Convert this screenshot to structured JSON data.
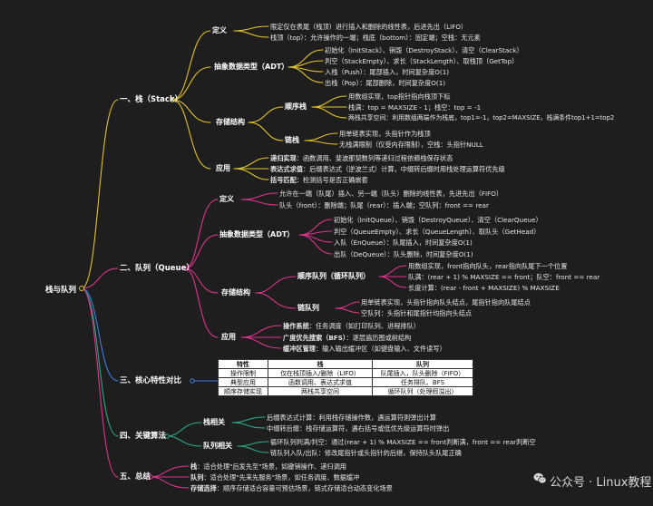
{
  "root": "栈与队列",
  "colors": {
    "stack": "#e6c229",
    "queue": "#e0338f",
    "compare": "#3f7fe8",
    "algo": "#2ea88a",
    "summary": "#e0338f"
  },
  "stack": {
    "title": "一、栈（Stack）",
    "def": {
      "label": "定义",
      "items": [
        "限定仅在表尾（栈顶）进行插入和删除的线性表，后进先出（LIFO）",
        "栈顶（top）：允许操作的一端；栈底（bottom）：固定端；空栈：无元素"
      ]
    },
    "adt": {
      "label": "抽象数据类型（ADT）",
      "items": [
        "初始化（InitStack）、销毁（DestroyStack）、清空（ClearStack）",
        "判空（StackEmpty）、求长（StackLength）、取栈顶（GetTop）",
        "入栈（Push）：尾部插入，时间复杂度O(1)",
        "出栈（Pop）：尾部删除，时间复杂度O(1)"
      ]
    },
    "storage": {
      "label": "存储结构",
      "seq": {
        "label": "顺序栈",
        "items": [
          "用数组实现，top指针指向栈顶下标",
          "栈满：top = MAXSIZE - 1；栈空：top = -1",
          "两栈共享空间：利用数组两端作为栈底，top1=-1，top2=MAXSIZE，栈满条件top1+1=top2"
        ]
      },
      "link": {
        "label": "链栈",
        "items": [
          "用单链表实现，头指针作为栈顶",
          "无栈满限制（仅受内存限制），空栈：头指针NULL"
        ]
      }
    },
    "app": {
      "label": "应用",
      "items": [
        {
          "k": "递归实现",
          "v": "：函数调用、斐波那契数列等递归过程依赖栈保存状态"
        },
        {
          "k": "表达式求值",
          "v": "：后缀表达式（逆波兰式）计算，中缀转后缀时用栈处理运算符优先级"
        },
        {
          "k": "括号匹配",
          "v": "：检测括号是否正确嵌套"
        }
      ]
    }
  },
  "queue": {
    "title": "二、队列（Queue）",
    "def": {
      "label": "定义",
      "items": [
        "允许在一端（队尾）插入、另一端（队头）删除的线性表，先进先出（FIFO）",
        "队头（front）：删除端；队尾（rear）：插入端；空队列：front == rear"
      ]
    },
    "adt": {
      "label": "抽象数据类型（ADT）",
      "items": [
        "初始化（InitQueue）、销毁（DestroyQueue）、清空（ClearQueue）",
        "判空（QueueEmpty）、求长（QueueLength）、取队头（GetHead）",
        "入队（EnQueue）：队尾插入，时间复杂度O(1)",
        "出队（DeQueue）：队头删除，时间复杂度O(1)"
      ]
    },
    "storage": {
      "label": "存储结构",
      "seq": {
        "label": "顺序队列（循环队列）",
        "items": [
          "用数组实现，front指向队头，rear指向队尾下一个位置",
          "队满：(rear + 1) % MAXSIZE == front；队空：front == rear",
          "长度计算：(rear - front + MAXSIZE) % MAXSIZE"
        ]
      },
      "link": {
        "label": "链队列",
        "items": [
          "用单链表实现，头指针指向队头结点，尾指针指向队尾结点",
          "空队列：头指针和尾指针均指向头结点"
        ]
      }
    },
    "app": {
      "label": "应用",
      "items": [
        {
          "k": "操作系统",
          "v": "：任务调度（如打印队列、进程排队）"
        },
        {
          "k": "广度优先搜索（BFS）",
          "v": "：逐层遍历图或树结构"
        },
        {
          "k": "缓冲区管理",
          "v": "：输入输出缓冲区（如键盘输入、文件读写）"
        }
      ]
    }
  },
  "compare": {
    "title": "三、核心特性对比",
    "headers": [
      "特性",
      "栈",
      "队列"
    ],
    "rows": [
      [
        "操作限制",
        "仅在栈顶插入/删除（LIFO）",
        "队尾插入，队头删除（FIFO）"
      ],
      [
        "典型应用",
        "函数调用、表达式求值",
        "任务排队、BFS"
      ],
      [
        "顺序存储实现",
        "两栈共享空间",
        "循环队列（处理假溢出）"
      ]
    ]
  },
  "algo": {
    "title": "四、关键算法",
    "stack": {
      "label": "栈相关",
      "items": [
        "后缀表达式计算：利用栈存储操作数，遇运算符则弹出计算",
        "中缀转后缀：栈存储运算符，遇右括号或低优先级运算符时弹出"
      ]
    },
    "queue": {
      "label": "队列相关",
      "items": [
        "循环队列判满/判空：通过(rear + 1) % MAXSIZE == front判断满，front == rear判断空",
        "链队列入队/出队：修改尾指针或头指针的后继，保持队头队尾正确"
      ]
    }
  },
  "summary": {
    "title": "五、总结",
    "items": [
      {
        "k": "栈",
        "v": "：适合处理\"后发先至\"场景，如撤销操作、递归调用"
      },
      {
        "k": "队列",
        "v": "：适合处理\"先来先服务\"场景，如任务调度、数据缓冲"
      },
      {
        "k": "存储选择",
        "v": "：顺序存储适合容量可预估场景，链式存储适合动态变化场景"
      }
    ]
  },
  "watermark": {
    "text": "公众号 · Linux教程",
    "icon": "wechat-icon"
  }
}
